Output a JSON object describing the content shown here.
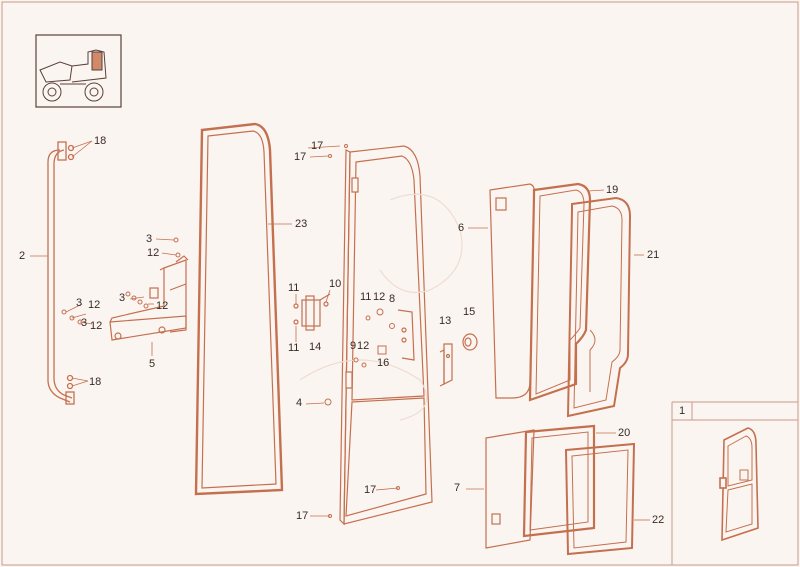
{
  "colors": {
    "background": "#fbf5f1",
    "line": "#c4704f",
    "line_light": "#d9a48c",
    "text": "#3a2a24",
    "border": "#c99a86"
  },
  "icons": {
    "machine_thumbnail": "dumper-icon",
    "inset_door": "cab-door-icon"
  },
  "labels": {
    "p1": "1",
    "p2": "2",
    "p3a": "3",
    "p3b": "3",
    "p3c": "3",
    "p3d": "3",
    "p4": "4",
    "p5": "5",
    "p6": "6",
    "p7": "7",
    "p8": "8",
    "p9": "9",
    "p10": "10",
    "p11a": "11",
    "p11b": "11",
    "p11c": "11",
    "p12a": "12",
    "p12b": "12",
    "p12c": "12",
    "p12d": "12",
    "p12e": "12",
    "p12f": "12",
    "p13": "13",
    "p14": "14",
    "p15": "15",
    "p16": "16",
    "p17a": "17",
    "p17b": "17",
    "p17c": "17",
    "p17d": "17",
    "p18a": "18",
    "p18b": "18",
    "p19": "19",
    "p20": "20",
    "p21": "21",
    "p22": "22",
    "p23": "23"
  }
}
